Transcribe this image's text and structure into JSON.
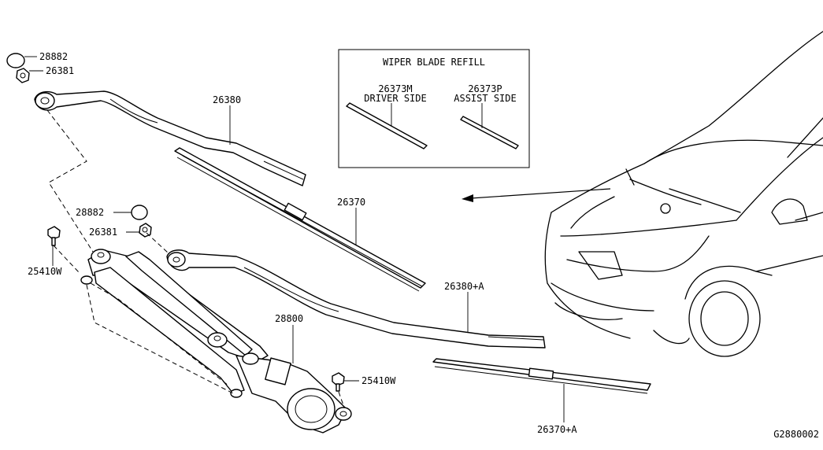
{
  "diagram_id": "G2880002",
  "refill_box": {
    "title": "WIPER BLADE REFILL",
    "driver": {
      "part_no": "26373M",
      "label": "DRIVER SIDE"
    },
    "assist": {
      "part_no": "26373P",
      "label": "ASSIST SIDE"
    }
  },
  "callouts": {
    "cap_top": "28882",
    "nut_top": "26381",
    "arm_driver": "26380",
    "blade_driver": "26370",
    "cap_mid": "28882",
    "nut_mid": "26381",
    "bolt_left": "25410W",
    "arm_assist": "26380+A",
    "motor": "28800",
    "bolt_right": "25410W",
    "blade_assist": "26370+A"
  }
}
